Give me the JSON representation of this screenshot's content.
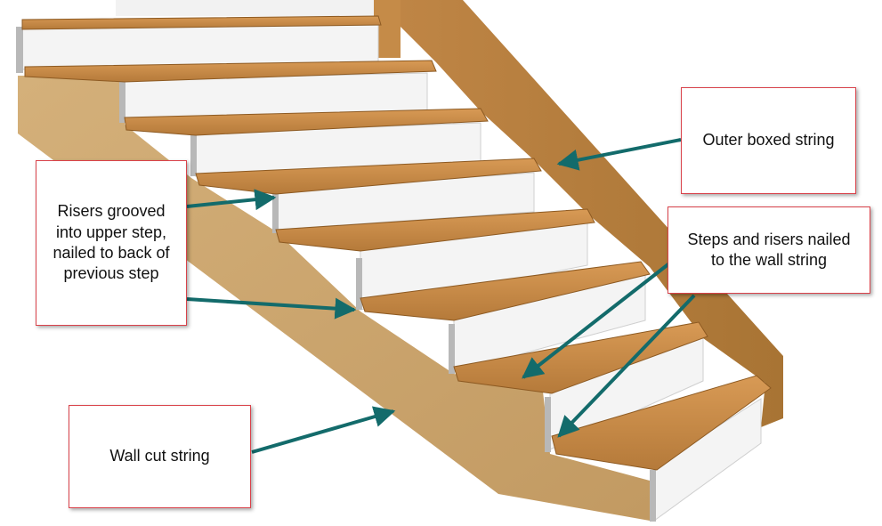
{
  "labels": {
    "outer_boxed_string": "Outer boxed string",
    "risers_grooved": "Risers grooved\ninto upper step,\nnailed to back of\nprevious step",
    "steps_risers_nailed": "Steps and risers nailed\nto the wall string",
    "wall_cut_string": "Wall cut string"
  },
  "colors": {
    "callout_border": "#d9424a",
    "arrow": "#136b6b",
    "tread": "#c98a45",
    "tread_edge": "#a8692c",
    "riser": "#f4f4f4",
    "wall_string": "#c9a46e",
    "outer_string": "#b7803d"
  }
}
